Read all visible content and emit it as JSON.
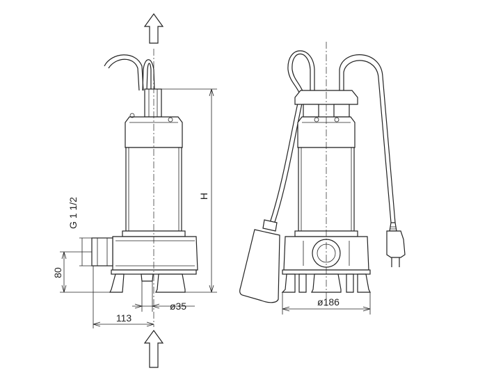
{
  "dimensions": {
    "thread": "G 1 1/2",
    "height": "H",
    "inlet_height": "80",
    "offset": "113",
    "foot_diameter": "ø35",
    "body_width": "ø186"
  },
  "colors": {
    "line": "#222222",
    "background": "#ffffff"
  },
  "icons": {
    "outflow": "up-arrow-icon",
    "inflow": "up-arrow-icon"
  }
}
